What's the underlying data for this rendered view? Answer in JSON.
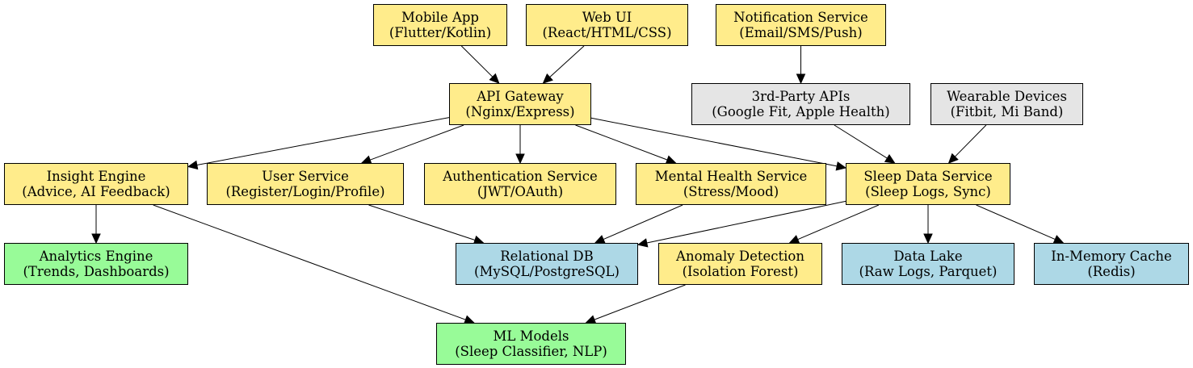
{
  "colors": {
    "service": "#FFEC8B",
    "external": "#E5E5E5",
    "storage": "#ADD8E6",
    "analytics": "#98FB98",
    "edge": "#000000"
  },
  "nodes": {
    "mobile_app": {
      "line1": "Mobile App",
      "line2": "(Flutter/Kotlin)",
      "category": "service"
    },
    "web_ui": {
      "line1": "Web UI",
      "line2": "(React/HTML/CSS)",
      "category": "service"
    },
    "notification_service": {
      "line1": "Notification Service",
      "line2": "(Email/SMS/Push)",
      "category": "service"
    },
    "api_gateway": {
      "line1": "API Gateway",
      "line2": "(Nginx/Express)",
      "category": "service"
    },
    "third_party_apis": {
      "line1": "3rd-Party APIs",
      "line2": "(Google Fit, Apple Health)",
      "category": "external"
    },
    "wearable_devices": {
      "line1": "Wearable Devices",
      "line2": "(Fitbit, Mi Band)",
      "category": "external"
    },
    "insight_engine": {
      "line1": "Insight Engine",
      "line2": "(Advice, AI Feedback)",
      "category": "service"
    },
    "user_service": {
      "line1": "User Service",
      "line2": "(Register/Login/Profile)",
      "category": "service"
    },
    "authentication_service": {
      "line1": "Authentication Service",
      "line2": "(JWT/OAuth)",
      "category": "service"
    },
    "mental_health_service": {
      "line1": "Mental Health Service",
      "line2": "(Stress/Mood)",
      "category": "service"
    },
    "sleep_data_service": {
      "line1": "Sleep Data Service",
      "line2": "(Sleep Logs, Sync)",
      "category": "service"
    },
    "analytics_engine": {
      "line1": "Analytics Engine",
      "line2": "(Trends, Dashboards)",
      "category": "analytics"
    },
    "relational_db": {
      "line1": "Relational DB",
      "line2": "(MySQL/PostgreSQL)",
      "category": "storage"
    },
    "anomaly_detection": {
      "line1": "Anomaly Detection",
      "line2": "(Isolation Forest)",
      "category": "service"
    },
    "data_lake": {
      "line1": "Data Lake",
      "line2": "(Raw Logs, Parquet)",
      "category": "storage"
    },
    "in_memory_cache": {
      "line1": "In-Memory Cache",
      "line2": "(Redis)",
      "category": "storage"
    },
    "ml_models": {
      "line1": "ML Models",
      "line2": "(Sleep Classifier, NLP)",
      "category": "analytics"
    }
  },
  "edges": [
    {
      "from": "mobile_app",
      "to": "api_gateway"
    },
    {
      "from": "web_ui",
      "to": "api_gateway"
    },
    {
      "from": "notification_service",
      "to": "third_party_apis"
    },
    {
      "from": "api_gateway",
      "to": "insight_engine"
    },
    {
      "from": "api_gateway",
      "to": "user_service"
    },
    {
      "from": "api_gateway",
      "to": "authentication_service"
    },
    {
      "from": "api_gateway",
      "to": "mental_health_service"
    },
    {
      "from": "api_gateway",
      "to": "sleep_data_service"
    },
    {
      "from": "third_party_apis",
      "to": "sleep_data_service"
    },
    {
      "from": "wearable_devices",
      "to": "sleep_data_service"
    },
    {
      "from": "insight_engine",
      "to": "analytics_engine"
    },
    {
      "from": "insight_engine",
      "to": "ml_models"
    },
    {
      "from": "user_service",
      "to": "relational_db"
    },
    {
      "from": "mental_health_service",
      "to": "relational_db"
    },
    {
      "from": "sleep_data_service",
      "to": "relational_db"
    },
    {
      "from": "sleep_data_service",
      "to": "anomaly_detection"
    },
    {
      "from": "sleep_data_service",
      "to": "data_lake"
    },
    {
      "from": "sleep_data_service",
      "to": "in_memory_cache"
    },
    {
      "from": "anomaly_detection",
      "to": "ml_models"
    }
  ]
}
